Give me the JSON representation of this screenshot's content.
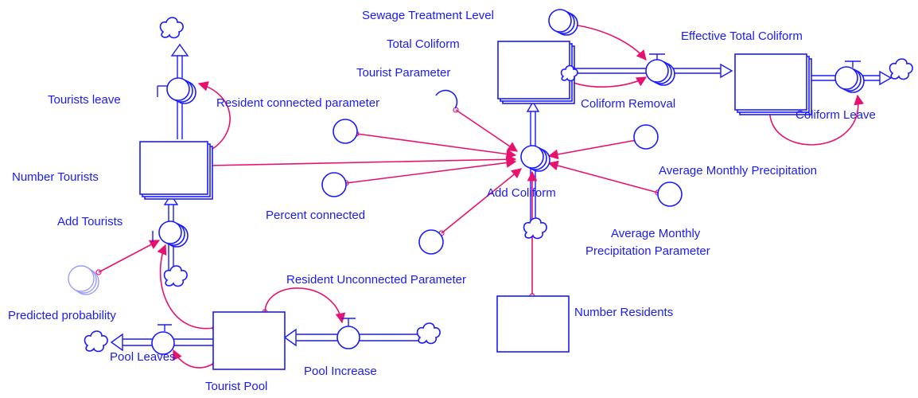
{
  "diagram": {
    "stocks": {
      "number_tourists": "Number Tourists",
      "total_coliform": "Total Coliform",
      "effective_total_coliform": "Effective Total Coliform",
      "tourist_pool": "Tourist Pool",
      "number_residents": "Number Residents"
    },
    "flows": {
      "tourists_leave": "Tourists leave",
      "add_tourists": "Add Tourists",
      "pool_leaves": "Pool Leaves",
      "pool_increase": "Pool Increase",
      "add_coliform": "Add Coliform",
      "coliform_removal": "Coliform Removal",
      "coliform_leave": "Coliform Leave"
    },
    "auxiliaries": {
      "sewage_treatment_level": "Sewage Treatment Level",
      "tourist_parameter": "Tourist Parameter",
      "resident_connected_parameter": "Resident connected parameter",
      "percent_connected": "Percent connected",
      "resident_unconnected_parameter": "Resident Unconnected Parameter",
      "average_monthly_precipitation": "Average Monthly Precipitation",
      "average_monthly_precipitation_parameter_line1": "Average Monthly",
      "average_monthly_precipitation_parameter_line2": "Precipitation Parameter",
      "predicted_probability": "Predicted probability"
    },
    "colors": {
      "element": "#1a1aff",
      "connector": "#e8126e"
    }
  }
}
